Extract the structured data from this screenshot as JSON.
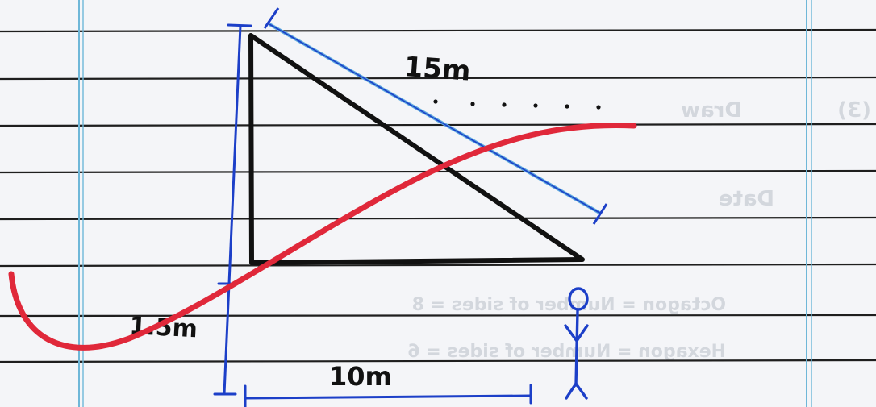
{
  "labels": {
    "hypotenuse": "15m",
    "base": "10m",
    "height": "1.5m"
  },
  "faint_bleed_through_text": {
    "row1": "Draw",
    "row1_mark": "(3)",
    "row2": "Date",
    "row3": "Octagon = Number of sides = 8",
    "row4": "Hexagon = Number of sides = 6"
  },
  "colors": {
    "paper": "#f4f5f8",
    "rule_line": "#1a1a1a",
    "margin_line": "#6fb7d8",
    "triangle": "#111111",
    "measure_blue": "#1c3fc8",
    "hypotenuse_light": "#5aa7de",
    "stick_figure": "#1c3fc8",
    "red_curve": "#e0283a"
  },
  "icons": {
    "person": "stick-figure-icon"
  }
}
